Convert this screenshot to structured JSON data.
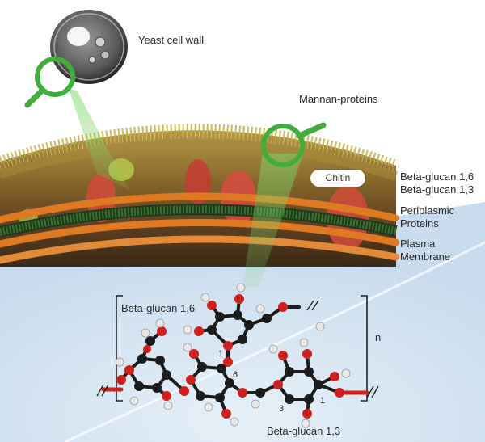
{
  "labels": {
    "yeast_cell_wall": "Yeast cell wall",
    "mannan_proteins": "Mannan-proteins",
    "chitin": "Chitin",
    "beta_glucan_16": "Beta-glucan 1,6",
    "beta_glucan_13": "Beta-glucan 1,3",
    "periplasmic_line1": "Periplasmic",
    "periplasmic_line2": "Proteins",
    "plasma_line1": "Plasma",
    "plasma_line2": "Membrane"
  },
  "molecule": {
    "bracket_left_label": "Beta-glucan 1,6",
    "bottom_label": "Beta-glucan 1,3",
    "repeat_n": "n",
    "link_numbers": [
      "1",
      "6",
      "3",
      "1"
    ]
  },
  "colors": {
    "magnifier": "#3fae3a",
    "membrane_orange": "#e07a22",
    "mannan_yellow": "#c8b04a",
    "background_blue": "#d4e4f0",
    "atom_carbon": "#1c1c1c",
    "atom_oxygen": "#d0201c",
    "atom_hydrogen": "#e8e8e8"
  }
}
